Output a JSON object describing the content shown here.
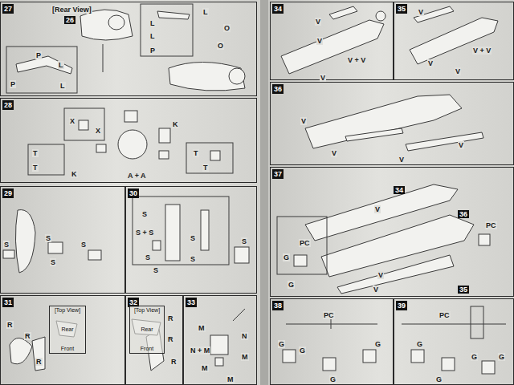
{
  "diagram": {
    "nodes": [
      {
        "text": [
          "27"
        ]
      },
      {
        "text": [
          "28"
        ]
      },
      {
        "text": [
          "29"
        ]
      },
      {
        "text": [
          "30"
        ]
      },
      {
        "text": [
          "31"
        ]
      },
      {
        "text": [
          "[Top View]",
          "Rear",
          "Front"
        ],
        "in": 4
      },
      {
        "text": [
          "32"
        ]
      },
      {
        "text": [
          "[Top View]",
          "Rear",
          "Front"
        ],
        "in": 6
      },
      {
        "text": [
          "33"
        ]
      },
      {
        "text": [
          "34"
        ]
      },
      {
        "text": [
          "35"
        ]
      },
      {
        "text": [
          "36"
        ]
      },
      {
        "text": [
          "37"
        ]
      },
      {
        "text": [
          "38"
        ]
      },
      {
        "text": [
          "39"
        ]
      }
    ],
    "labels": [
      "[Rear View]",
      "26",
      "P",
      "L",
      "P",
      "L",
      "L",
      "L",
      "P",
      "L",
      "O",
      "O",
      "X",
      "X",
      "K",
      "T",
      "T",
      "K",
      "A + A",
      "T",
      "T",
      "S",
      "S",
      "S",
      "S",
      "S",
      "S + S",
      "S",
      "S",
      "S",
      "S",
      "S",
      "R",
      "R",
      "R",
      "R",
      "R",
      "R",
      "M",
      "N + M",
      "M",
      "M",
      "M",
      "N",
      "V",
      "V",
      "V + V",
      "V",
      "V",
      "V",
      "V",
      "V + V",
      "V",
      "V",
      "V",
      "V",
      "34",
      "36",
      "35",
      "V",
      "V",
      "V",
      "PC",
      "G",
      "G",
      "PC",
      "PC",
      "G",
      "G",
      "G",
      "G",
      "PC",
      "G",
      "G",
      "G",
      "G"
    ]
  }
}
